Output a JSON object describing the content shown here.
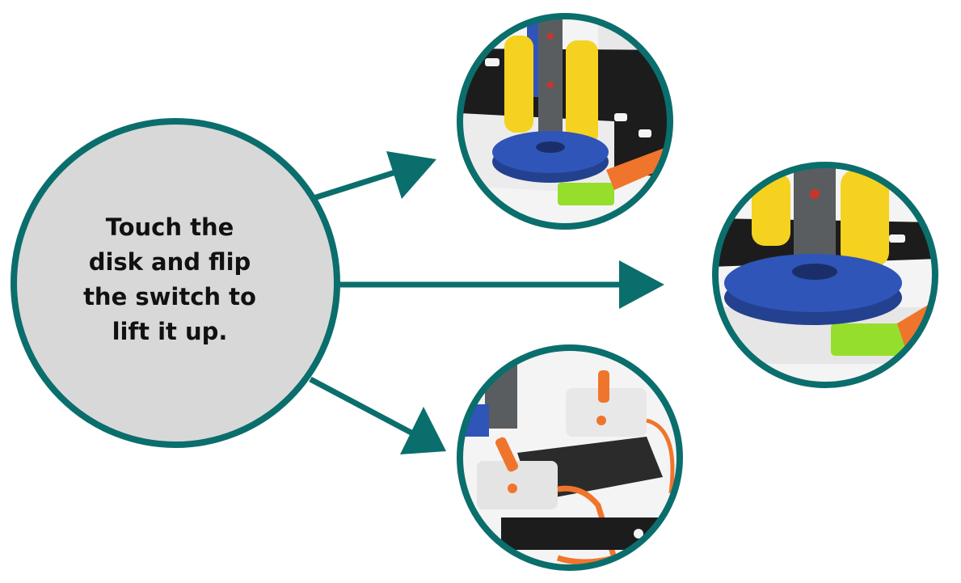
{
  "main_bubble": {
    "lines": [
      "Touch the",
      "disk and flip",
      "the switch to",
      "lift it up."
    ]
  },
  "colors": {
    "teal": "#0a6e6c",
    "bubble_fill": "#d8d8d8",
    "disk_blue": "#2f55b8",
    "yellow": "#f4d21f",
    "gray_part": "#5a5d60",
    "orange": "#f0752c",
    "lime": "#96de2c",
    "black_plate": "#1c1c1c"
  },
  "icons": {
    "arrows": "arrow-right",
    "photos": "robot-detail-photo"
  }
}
